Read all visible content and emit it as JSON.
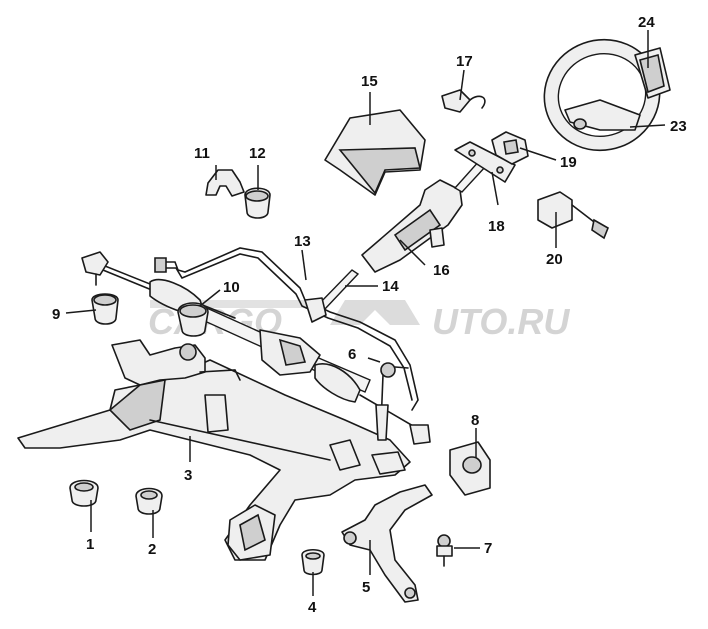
{
  "watermark": {
    "left": "CARGO",
    "right": "UTO.RU"
  },
  "callouts": {
    "c1": "1",
    "c2": "2",
    "c3": "3",
    "c4": "4",
    "c5": "5",
    "c6": "6",
    "c7": "7",
    "c8": "8",
    "c9": "9",
    "c10": "10",
    "c11": "11",
    "c12": "12",
    "c13": "13",
    "c14": "14",
    "c15": "15",
    "c16": "16",
    "c17": "17",
    "c18": "18",
    "c19": "19",
    "c20": "20",
    "c23": "23",
    "c24": "24"
  }
}
